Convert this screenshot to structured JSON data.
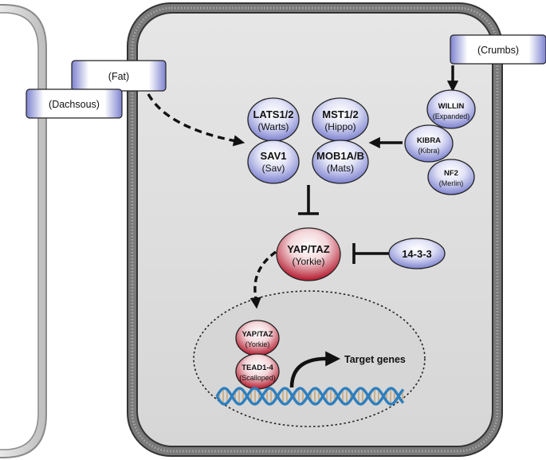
{
  "receptors": {
    "fat": "(Fat)",
    "dachsous": "(Dachsous)",
    "crumbs": "(Crumbs)"
  },
  "core_complex": {
    "lats": {
      "name": "LATS1/2",
      "alias": "(Warts)"
    },
    "mst": {
      "name": "MST1/2",
      "alias": "(Hippo)"
    },
    "sav": {
      "name": "SAV1",
      "alias": "(Sav)"
    },
    "mob": {
      "name": "MOB1A/B",
      "alias": "(Mats)"
    }
  },
  "upstream": {
    "willin": {
      "name": "WILLIN",
      "alias": "(Expanded)"
    },
    "kibra": {
      "name": "KIBRA",
      "alias": "(Kibra)"
    },
    "nf2": {
      "name": "NF2",
      "alias": "(Merlin)"
    }
  },
  "yap": {
    "name": "YAP/TAZ",
    "alias": "(Yorkie)"
  },
  "inhibitor_1433": {
    "name": "14-3-3"
  },
  "nucleus": {
    "yap": {
      "name": "YAP/TAZ",
      "alias": "(Yorkie)"
    },
    "tead": {
      "name": "TEAD1-4",
      "alias": "(Scalloped)"
    },
    "target_genes": "Target genes"
  },
  "colors": {
    "blue_protein": "#8f93d8",
    "red_protein": "#c0283a",
    "membrane": "#6e6e6e",
    "cytoplasm": "#dcdcdc",
    "nucleus": "#d4d4d4",
    "dna_blue": "#2d7fbf",
    "dna_tan": "#c7a77a"
  }
}
